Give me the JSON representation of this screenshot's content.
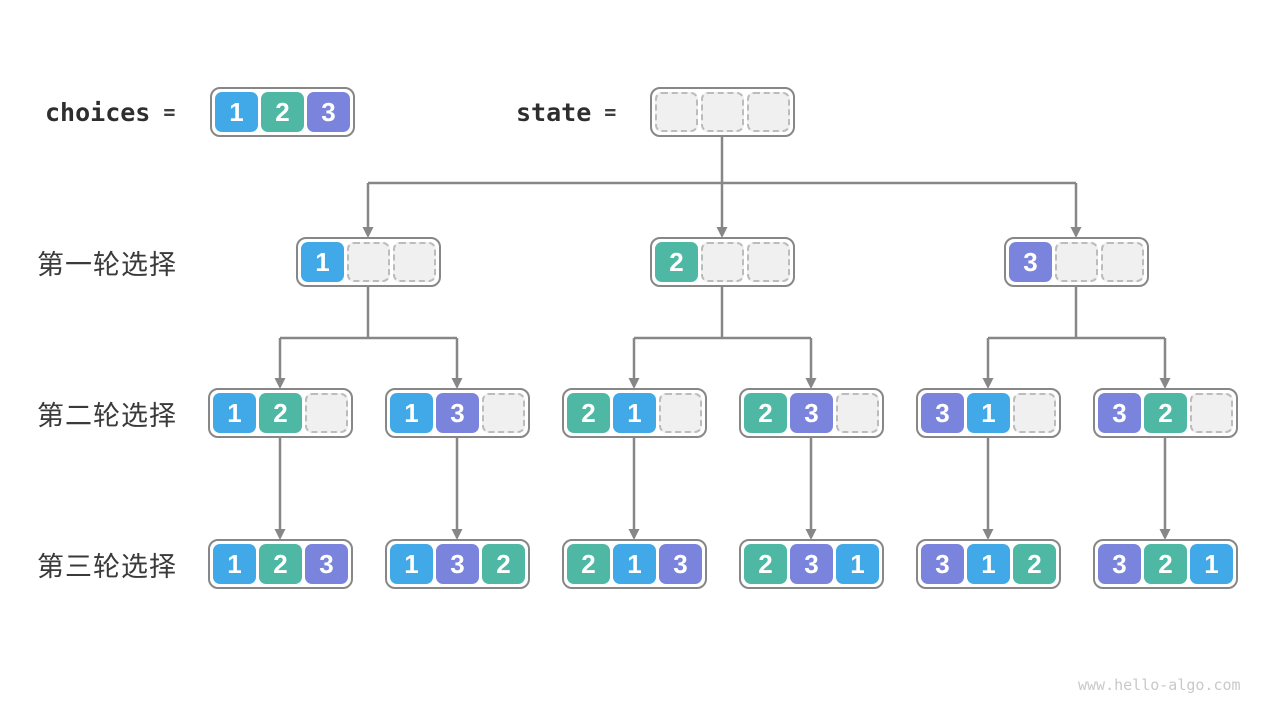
{
  "diagram": {
    "watermark": "www.hello-algo.com"
  },
  "colors": {
    "1": "#41A9E8",
    "2": "#4FB8A4",
    "3": "#7A84DC",
    "line": "#878787",
    "empty_cell": "#F0F0F0"
  },
  "header": {
    "choices": {
      "label": "choices",
      "equals": "=",
      "cells": [
        1,
        2,
        3
      ]
    },
    "state": {
      "label": "state",
      "equals": "=",
      "cells": [
        null,
        null,
        null
      ]
    }
  },
  "rows": [
    {
      "label": "第一轮选择",
      "boxes": [
        [
          1,
          null,
          null
        ],
        [
          2,
          null,
          null
        ],
        [
          3,
          null,
          null
        ]
      ]
    },
    {
      "label": "第二轮选择",
      "boxes": [
        [
          1,
          2,
          null
        ],
        [
          1,
          3,
          null
        ],
        [
          2,
          1,
          null
        ],
        [
          2,
          3,
          null
        ],
        [
          3,
          1,
          null
        ],
        [
          3,
          2,
          null
        ]
      ]
    },
    {
      "label": "第三轮选择",
      "boxes": [
        [
          1,
          2,
          3
        ],
        [
          1,
          3,
          2
        ],
        [
          2,
          1,
          3
        ],
        [
          2,
          3,
          1
        ],
        [
          3,
          1,
          2
        ],
        [
          3,
          2,
          1
        ]
      ]
    }
  ]
}
